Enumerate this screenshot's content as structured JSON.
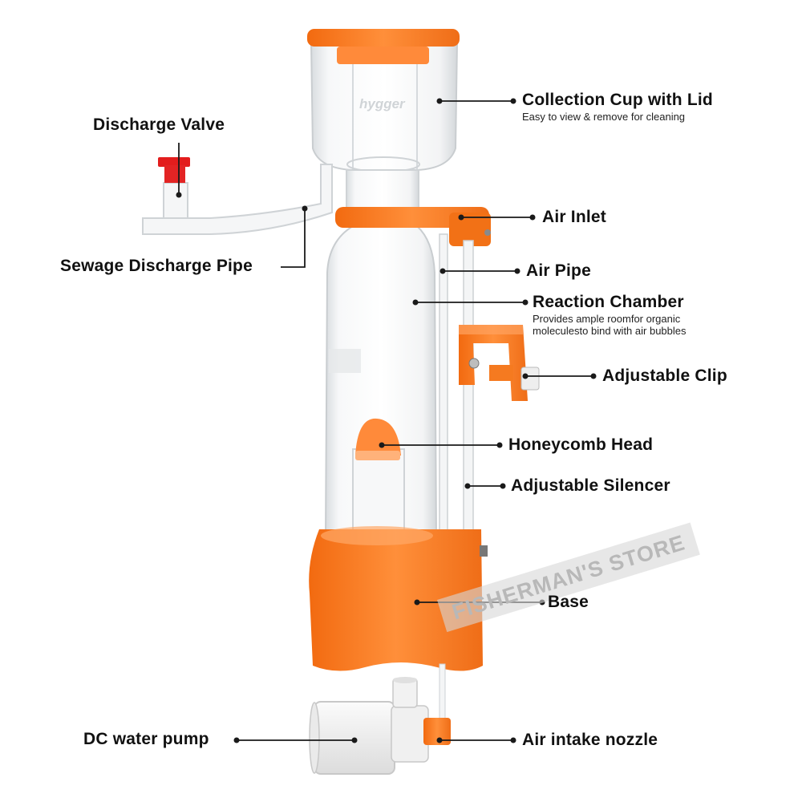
{
  "brand_mark": "hygger",
  "watermark": "FISHERMAN'S STORE",
  "colors": {
    "accent": "#F47A1F",
    "line": "#1a1a1a",
    "text": "#111111"
  },
  "labels": {
    "collection_cup": {
      "title": "Collection Cup with Lid",
      "desc": "Easy to view & remove for cleaning"
    },
    "discharge_valve": {
      "title": "Discharge Valve"
    },
    "sewage_pipe": {
      "title": "Sewage Discharge Pipe"
    },
    "air_inlet": {
      "title": "Air Inlet"
    },
    "air_pipe": {
      "title": "Air Pipe"
    },
    "reaction_chamber": {
      "title": "Reaction Chamber",
      "desc_line1": "Provides ample roomfor organic",
      "desc_line2": "moleculesto bind with air bubbles"
    },
    "adjustable_clip": {
      "title": "Adjustable Clip"
    },
    "honeycomb_head": {
      "title": "Honeycomb Head"
    },
    "adjustable_silencer": {
      "title": "Adjustable Silencer"
    },
    "base": {
      "title": "Base"
    },
    "dc_pump": {
      "title": "DC water pump"
    },
    "air_intake": {
      "title": "Air intake nozzle"
    }
  }
}
